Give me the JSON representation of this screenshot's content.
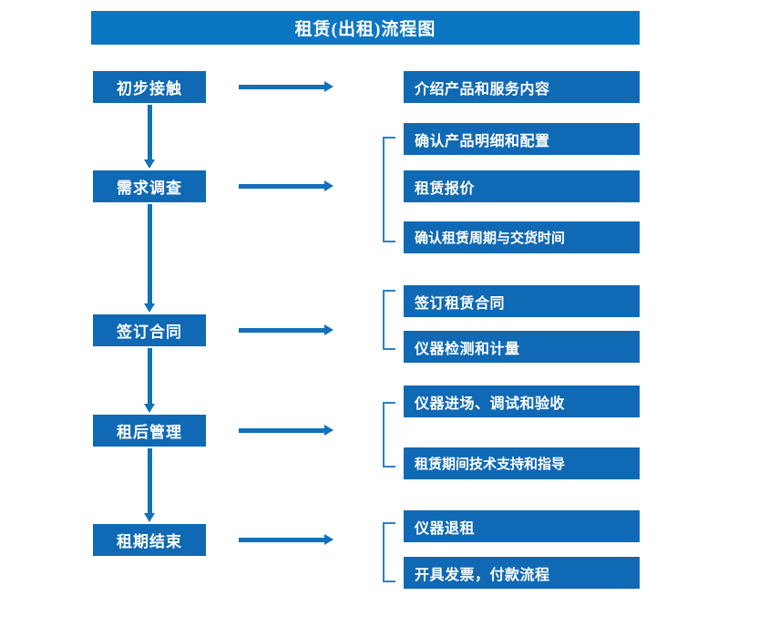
{
  "title": "租赁(出租)流程图",
  "colors": {
    "title_bar": "#0b76c2",
    "box": "#1069b4",
    "arrow": "#1171ba",
    "bracket": "#2f7fc4",
    "text": "#ffffff",
    "background": "#ffffff"
  },
  "stages": [
    {
      "label": "初步接触"
    },
    {
      "label": "需求调查"
    },
    {
      "label": "签订合同"
    },
    {
      "label": "租后管理"
    },
    {
      "label": "租期结束"
    }
  ],
  "details": [
    {
      "label": "介绍产品和服务内容"
    },
    {
      "label": "确认产品明细和配置"
    },
    {
      "label": "租赁报价"
    },
    {
      "label": "确认租赁周期与交货时间"
    },
    {
      "label": "签订租赁合同"
    },
    {
      "label": "仪器检测和计量"
    },
    {
      "label": "仪器进场、调试和验收"
    },
    {
      "label": "租赁期间技术支持和指导"
    },
    {
      "label": "仪器退租"
    },
    {
      "label": "开具发票，付款流程"
    }
  ],
  "icons": {
    "down_arrow": "down-arrow-icon",
    "right_arrow": "right-arrow-icon",
    "bracket": "group-bracket-icon"
  }
}
